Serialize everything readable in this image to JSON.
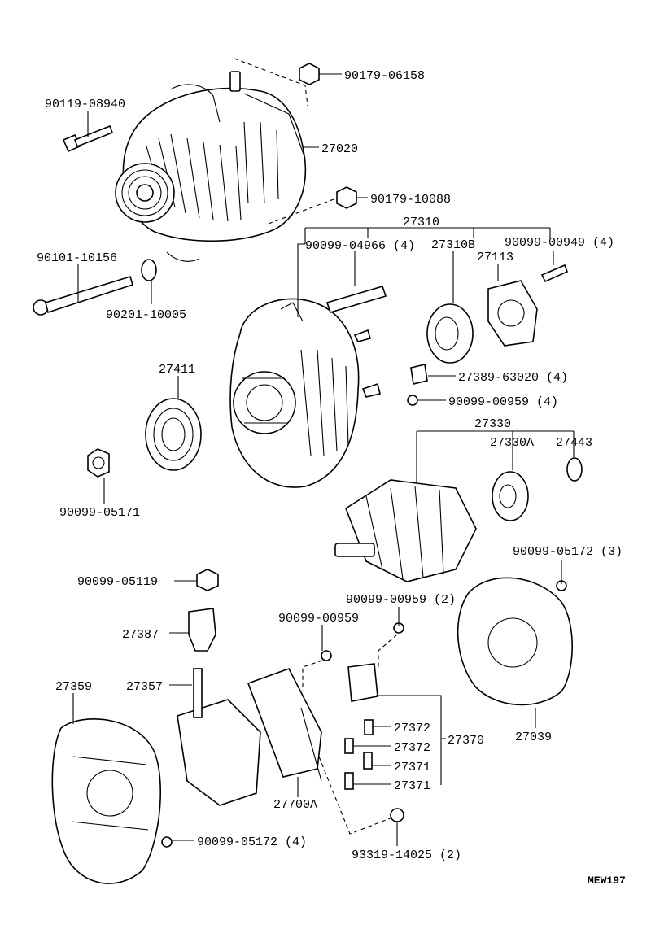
{
  "diagram_code": "MEW197",
  "labels": {
    "l_90179_06158": "90179-06158",
    "l_90119_08940": "90119-08940",
    "l_27020": "27020",
    "l_90179_10088": "90179-10088",
    "l_27310": "27310",
    "l_90099_04966": "90099-04966 (4)",
    "l_27310B": "27310B",
    "l_90099_00949": "90099-00949 (4)",
    "l_90101_10156": "90101-10156",
    "l_27113": "27113",
    "l_90201_10005": "90201-10005",
    "l_27411": "27411",
    "l_27389_63020": "27389-63020 (4)",
    "l_90099_00959_4": "90099-00959 (4)",
    "l_27330": "27330",
    "l_27330A": "27330A",
    "l_27443": "27443",
    "l_90099_05171": "90099-05171",
    "l_90099_05172_3": "90099-05172 (3)",
    "l_90099_05119": "90099-05119",
    "l_90099_00959_2": "90099-00959 (2)",
    "l_27387": "27387",
    "l_90099_00959": "90099-00959",
    "l_27359": "27359",
    "l_27357": "27357",
    "l_27372a": "27372",
    "l_27370": "27370",
    "l_27039": "27039",
    "l_27372b": "27372",
    "l_27371a": "27371",
    "l_27371b": "27371",
    "l_27700A": "27700A",
    "l_90099_05172_4": "90099-05172 (4)",
    "l_93319_14025": "93319-14025 (2)"
  }
}
